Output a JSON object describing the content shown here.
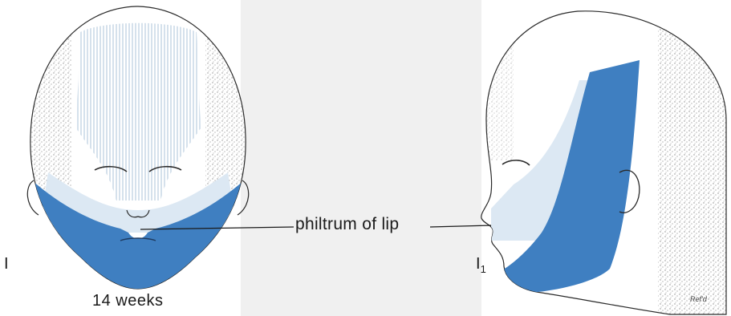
{
  "figure": {
    "annotation": "philtrum of lip",
    "caption": "14 weeks",
    "panel_left_label": "I",
    "panel_right_label_main": "I",
    "panel_right_label_sub": "1",
    "artist_signature": "Ref'd"
  },
  "colors": {
    "maxillary_blue": "#3f7fc1",
    "frontonasal_light": "#dce8f3",
    "stipple": "#6a6a6a",
    "outline": "#2a2a2a",
    "background_text": "#f0f0f0"
  }
}
